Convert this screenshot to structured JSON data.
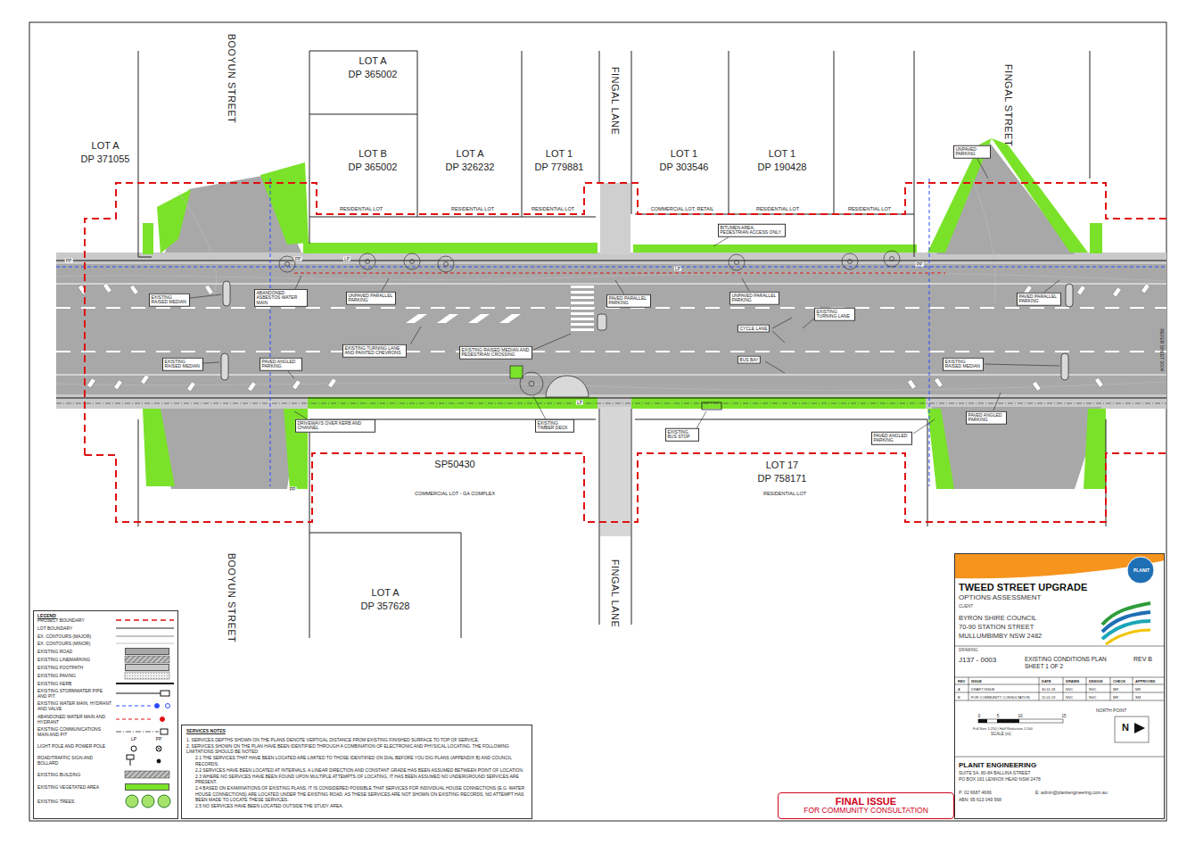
{
  "diagram": {
    "nodes": [
      {
        "text": [
          "LEGEND"
        ]
      },
      {
        "text": [
          "SERVICES NOTES",
          "1. SERVICES DEPTHS SHOWN ON THE PLANS DENOTE VERTICAL DISTANCE FROM EXISTING FINISHED SURFACE TO TOP OF SERVICE.",
          "2. SERVICES SHOWN ON THE PLAN HAVE BEEN IDENTIFIED THROUGH A COMBINATION OF ELECTRONIC AND PHYSICAL LOCATING. THE FOLLOWING LIMITATIONS SHOULD BE NOTED:",
          "2.1 THE SERVICES THAT HAVE BEEN LOCATED ARE LIMITED TO THOSE IDENTIFIED ON DIAL BEFORE YOU DIG PLANS (APPENDIX B) AND COUNCIL RECORDS.",
          "2.2 SERVICES HAVE BEEN LOCATED AT INTERVALS. A LINEAR DIRECTION AND CONSTANT GRADE HAS BEEN ASSUMED BETWEEN POINT OF LOCATION.",
          "2.3 WHERE NO SERVICES HAVE BEEN FOUND UPON MULTIPLE ATTEMPTS OF LOCATING, IT HAS BEEN ASSUMED NO UNDERGROUND SERVICES ARE PRESENT.",
          "2.4 BASED ON EXAMINATIONS OF EXISTING PLANS, IT IS CONSIDERED POSSIBLE THAT SERVICES FOR INDIVIDUAL HOUSE CONNECTIONS (E.G. WATER HOUSE CONNECTIONS) ARE LOCATED UNDER THE EXISTING ROAD. AS THESE SERVICES ARE NOT SHOWN ON EXISTING RECORDS, NO ATTEMPT HAS BEEN MADE TO LOCATE THESE SERVICES.",
          "2.5 NO SERVICES HAVE BEEN LOCATED OUTSIDE THE STUDY AREA."
        ]
      },
      {
        "text": [
          "FINAL ISSUE",
          "FOR COMMUNITY CONSULTATION"
        ]
      },
      {
        "text": [
          "TWEED STREET UPGRADE",
          "OPTIONS ASSESSMENT",
          "CLIENT",
          "BYRON SHIRE COUNCIL",
          "70-90 STATION STREET",
          "MULLUMBIMBY NSW 2482",
          "DRAWING",
          "J137 - 0003",
          "EXISTING CONDITIONS PLAN",
          "SHEET 1 OF 2",
          "REV B",
          "REV",
          "ISSUE",
          "DATE",
          "DRAWN",
          "DESIGN",
          "CHECK",
          "APPROVED",
          "A",
          "DRAFT ISSUE",
          "30.11.18",
          "NVC",
          "NVC",
          "MR",
          "MR",
          "B",
          "FOR COMMUNITY CONSULTATION",
          "15.01.19",
          "NVC",
          "NVC",
          "MR",
          "SM",
          "0",
          "5",
          "10",
          "15",
          "Full Size 1:250 | Half Reduction 1:500",
          "SCALE (m)",
          "NORTH POINT",
          "N",
          "PLANIT ENGINEERING",
          "SUITE 5A, 80-84 BALLINA STREET",
          "PO BOX 161 LENNOX HEAD NSW 2478",
          "P: 02 6687 4666",
          "E: admin@planitengineering.com.au",
          "ABN: 95 613 049 568",
          "PLANIT"
        ]
      }
    ],
    "labels": [
      "BOOYUN STREET",
      "LOT A",
      "DP 365002",
      "FINGAL LANE",
      "FINGAL STREET",
      "LOT A",
      "DP 371055",
      "LOT B",
      "DP 365002",
      "LOT A",
      "DP 326232",
      "LOT 1",
      "DP 779881",
      "LOT 1",
      "DP 303546",
      "LOT 1",
      "DP 190428",
      "UNPAVED PARKING",
      "RESIDENTIAL LOT",
      "RESIDENTIAL LOT",
      "RESIDENTIAL LOT",
      "COMMERCIAL LOT, RETAIL",
      "RESIDENTIAL LOT",
      "RESIDENTIAL LOT",
      "BITUMEN AREA, PEDESTRIAN ACCESS ONLY",
      "PP",
      "PP",
      "LP",
      "LP",
      "PP",
      "EXISTING RAISED MEDIAN",
      "ABANDONED ASBESTOS WATER MAIN",
      "UNPAVED PARALLEL PARKING",
      "PAVED PARALLEL PARKING",
      "UNPAVED PARALLEL PARKING",
      "EXISTING TURNING LANE",
      "CYCLE LANE",
      "PAVED PARALLEL PARKING",
      "EXISTING TURNING LANE AND PAINTED CHEVRONS",
      "EXISTING RAISED MEDIAN AND PEDESTRIAN CROSSING",
      "EXISTING RAISED MEDIAN",
      "PAVED ANGLED PARKING",
      "BUS BAY",
      "EXISTING RAISED MEDIAN",
      "LP",
      "DRIVEWAYS OVER KERB AND CHANNEL",
      "EXISTING TIMBER DECK",
      "EXISTING BUS STOP",
      "PAVED ANGLED PARKING",
      "PAVED ANGLED PARKING",
      "PP",
      "SP50430",
      "LOT 17",
      "DP 758171",
      "COMMERCIAL LOT - GA COMPLEX",
      "RESIDENTIAL LOT",
      "BOOYUN STREET",
      "LOT A",
      "DP 357628",
      "FINGAL LANE",
      "REFER SHEET 0004",
      "LP",
      "PP"
    ],
    "legend": [
      {
        "text": "PROJECT BOUNDARY"
      },
      {
        "text": "LOT BOUNDARY"
      },
      {
        "text": "EX. CONTOURS (MAJOR)"
      },
      {
        "text": "EX. CONTOURS (MINOR)"
      },
      {
        "text": "EXISTING ROAD",
        "color": "#a8a8a8"
      },
      {
        "text": "EXISTING LINEMARKING"
      },
      {
        "text": "EXISTING FOOTPATH",
        "color": "#c9c9c9"
      },
      {
        "text": "EXISTING PAVING"
      },
      {
        "text": "EXISTING KERB"
      },
      {
        "text": "EXISTING STORMWATER PIPE AND PIT"
      },
      {
        "text": "EXISTING WATER MAIN, HYDRANT AND VALVE"
      },
      {
        "text": "ABANDONED WATER MAIN AND HYDRANT"
      },
      {
        "text": "EXISTING COMMUNICATIONS MAIN AND PIT"
      },
      {
        "text": "LIGHT POLE AND POWER POLE"
      },
      {
        "text": "ROAD/TRAFFIC SIGN AND BOLLARD"
      },
      {
        "text": "EXISTING BUILDING"
      },
      {
        "text": "EXISTING VEGETATED AREA",
        "color": "#7be22a"
      },
      {
        "text": "EXISTING TREES"
      }
    ]
  }
}
